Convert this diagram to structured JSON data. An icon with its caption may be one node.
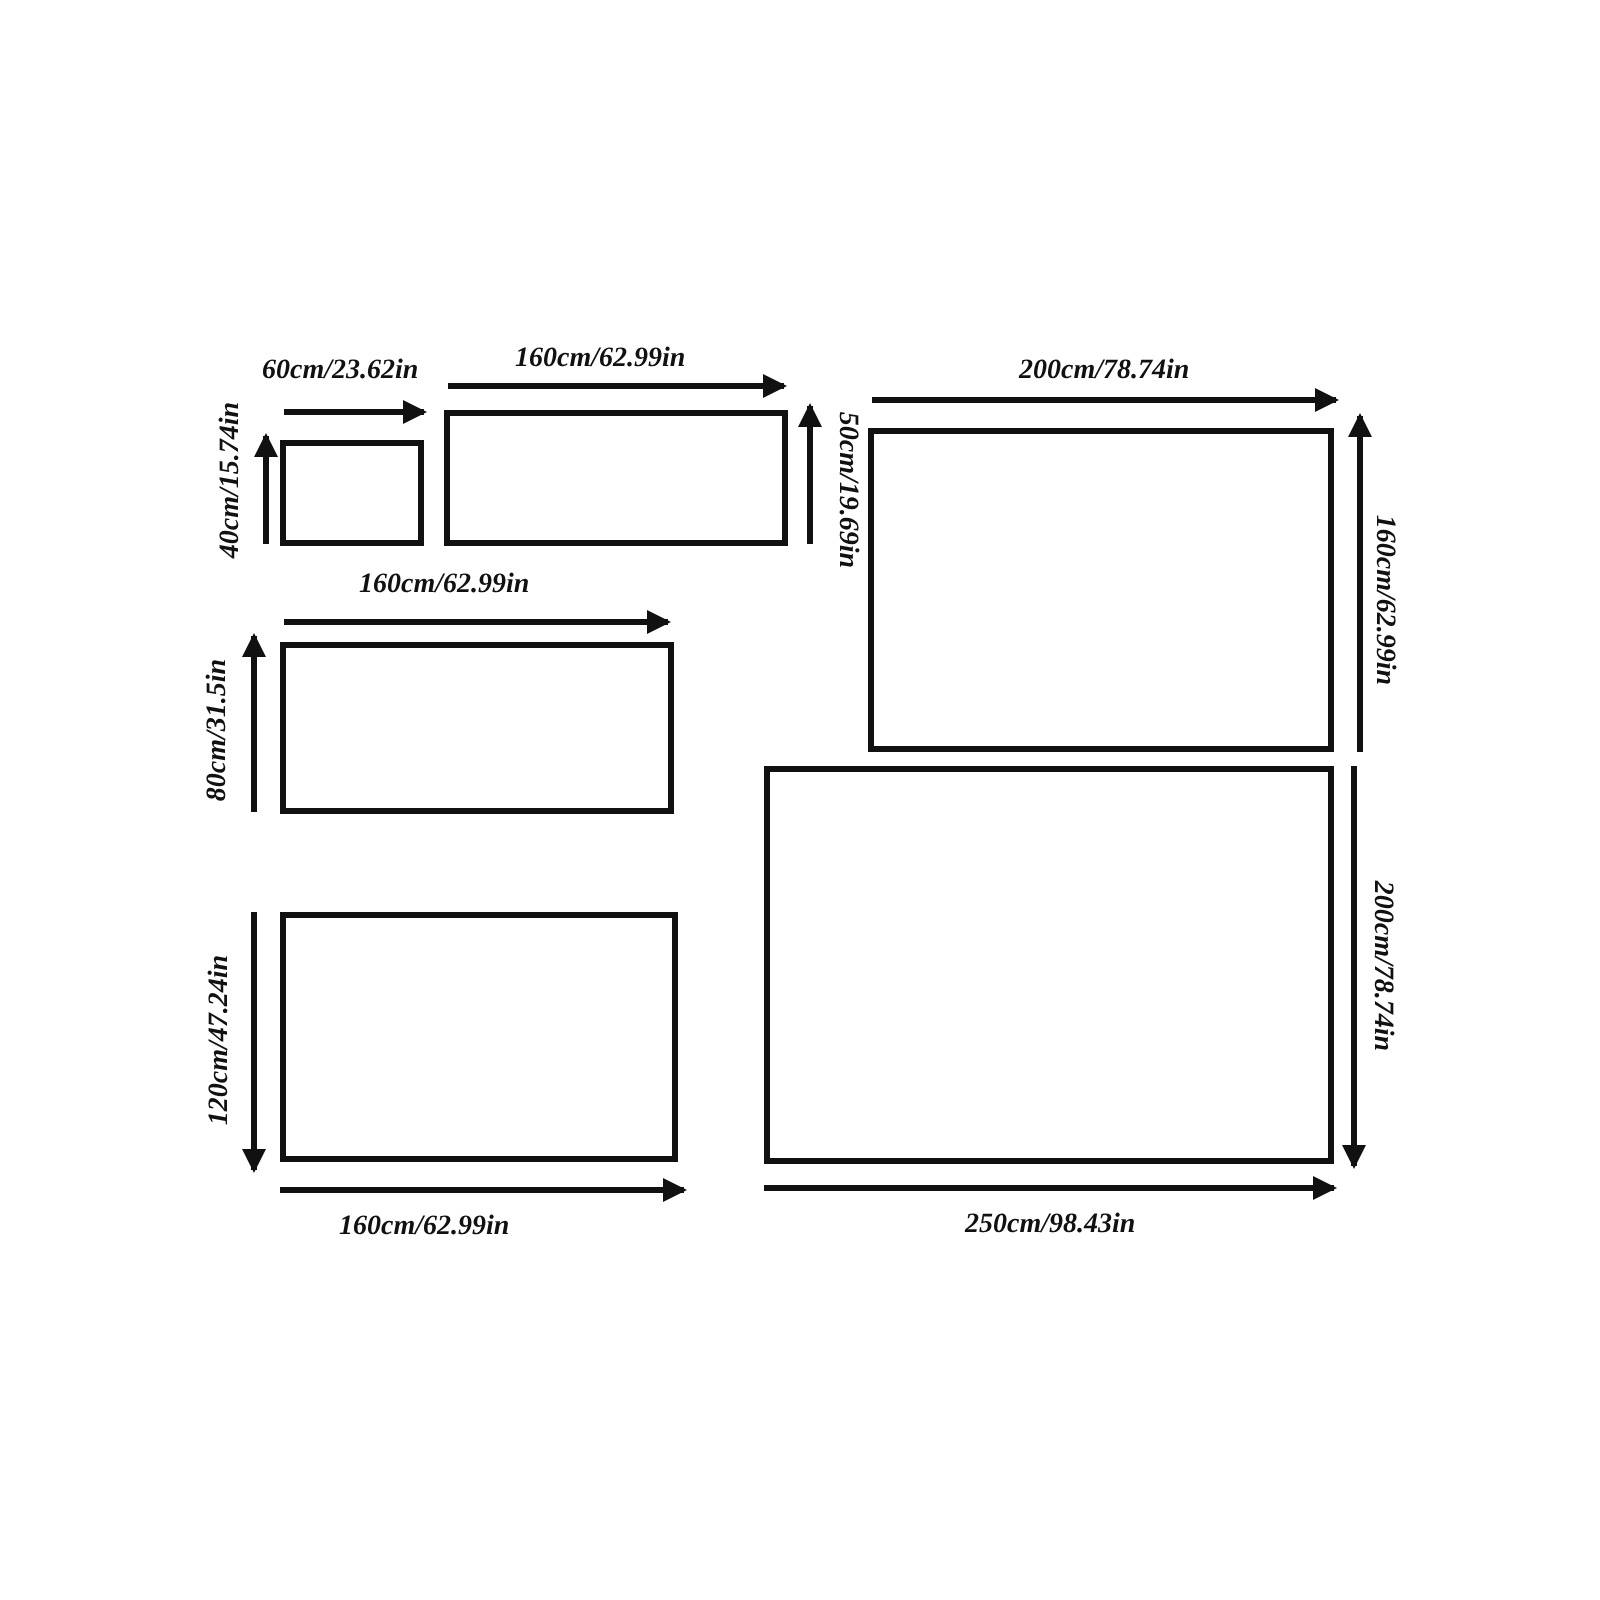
{
  "diagram": {
    "nodes": [
      {
        "text": [],
        "shape": "box"
      },
      {
        "text": [],
        "shape": "box"
      },
      {
        "text": [],
        "shape": "box"
      },
      {
        "text": [],
        "shape": "box"
      },
      {
        "text": [],
        "shape": "box"
      },
      {
        "text": [],
        "shape": "box"
      }
    ],
    "labels": [
      "60cm/23.62in",
      "160cm/62.99in",
      "200cm/78.74in",
      "40cm/15.74in",
      "50cm/19.69in",
      "160cm/62.99in",
      "160cm/62.99in",
      "80cm/31.5in",
      "200cm/78.74in",
      "120cm/47.24in",
      "160cm/62.99in",
      "250cm/98.43in"
    ]
  }
}
